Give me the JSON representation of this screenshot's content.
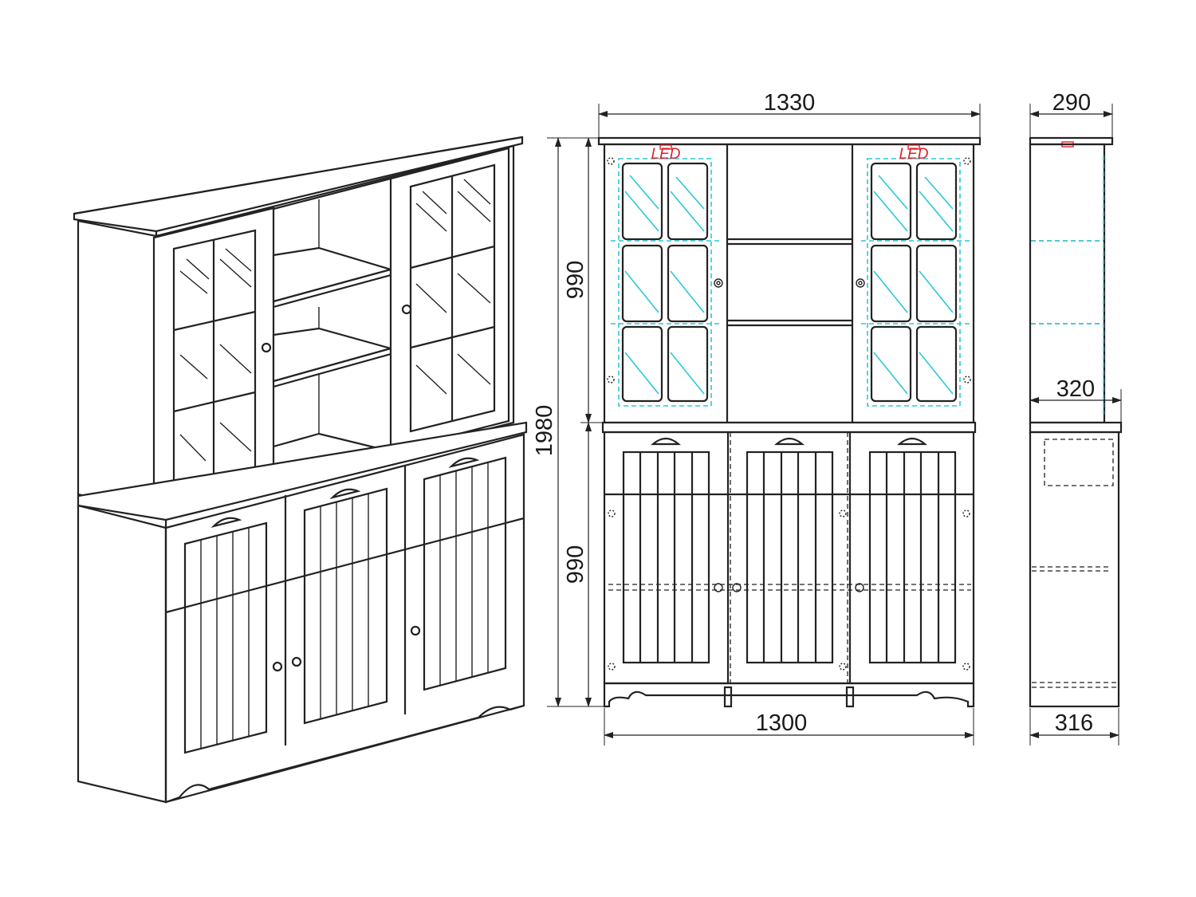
{
  "colors": {
    "line": "#222222",
    "led_accent": "#e0202a",
    "led_guides": "#29c9d6",
    "background": "#ffffff"
  },
  "labels": {
    "led_left": "LED",
    "led_right": "LED"
  },
  "dimensions": {
    "front_width_top": "1330",
    "front_width_bottom": "1300",
    "total_height": "1980",
    "upper_height": "990",
    "lower_height": "990",
    "side_depth_top": "290",
    "side_depth_mid": "320",
    "side_depth_bottom": "316"
  }
}
